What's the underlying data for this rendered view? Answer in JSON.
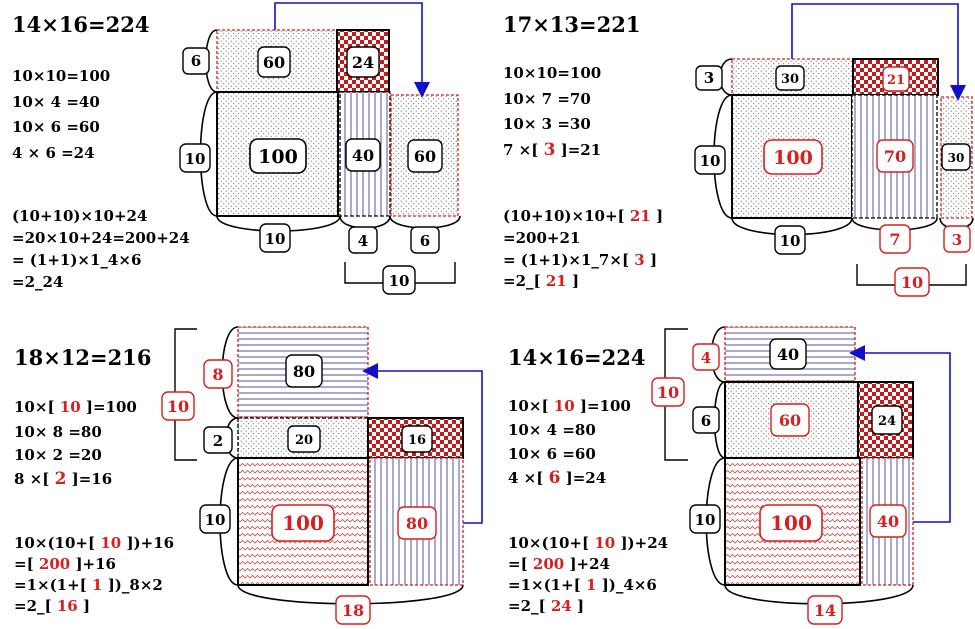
{
  "colors": {
    "red": "#d81e1e",
    "blue": "#1010c8",
    "black": "#000000"
  },
  "panel1": {
    "title": "14×16=224",
    "lines": [
      "10×10=100",
      "10× 4 =40",
      "10× 6 =60",
      " 4 × 6 =24"
    ],
    "formula": [
      "(10+10)×10+24",
      "=20×10+24=200+24",
      "= (1+1)×1_4×6",
      "=2_24"
    ],
    "labels": {
      "top_left": "60",
      "top_right": "24",
      "main": "100",
      "mid": "40",
      "moved": "60",
      "side_small": "6",
      "side_main": "10",
      "bottom_main": "10",
      "bottom_mid": "4",
      "bottom_moved": "6",
      "bottom_group": "10"
    }
  },
  "panel2": {
    "title": "17×13=221",
    "lines": [
      "10×10=100",
      "10× 7 =70",
      "10× 3 =30",
      " 7 ×[",
      "3",
      "]=21"
    ],
    "formula": [
      "(10+10)×10+[",
      "21",
      "]",
      "=200+21",
      "= (1+1)×1_7×[",
      "3",
      "]",
      "=2_[",
      "21",
      "]"
    ],
    "labels": {
      "top_left": "30",
      "top_right": "21",
      "main": "100",
      "mid": "70",
      "moved": "30",
      "side_small": "3",
      "side_main": "10",
      "bottom_main": "10",
      "bottom_mid": "7",
      "bottom_moved": "3",
      "bottom_group": "10"
    }
  },
  "panel3": {
    "title": "18×12=216",
    "lines": [
      "10×[",
      "10",
      "]=100",
      "10× 8 =80",
      "10× 2 =20",
      " 8 ×[",
      "2",
      "]=16"
    ],
    "formula": [
      "10×(10+[",
      "10",
      "])+16",
      "=[",
      "200",
      "]+16",
      "=1×(1+[",
      "1",
      "])_8×2",
      "=2_[",
      "16",
      "]"
    ],
    "labels": {
      "moved_top": "80",
      "small_left": "20",
      "small_right": "16",
      "main": "100",
      "right": "80",
      "side_moved": "8",
      "side_small": "2",
      "side_main": "10",
      "side_group": "10",
      "bottom_total": "18"
    }
  },
  "panel4": {
    "title": "14×16=224",
    "lines": [
      "10×[",
      "10",
      "]=100",
      "10× 4 =80",
      "10× 6 =60",
      " 4 ×[",
      "6",
      "]=24"
    ],
    "formula": [
      "10×(10+[",
      "10",
      "])+24",
      "=[",
      "200",
      "]+24",
      "=1×(1+[",
      "1",
      "])_4×6",
      "=2_[",
      "24",
      "]"
    ],
    "labels": {
      "moved_top": "40",
      "small_left": "60",
      "small_right": "24",
      "main": "100",
      "right": "40",
      "side_moved": "4",
      "side_small": "6",
      "side_main": "10",
      "side_group": "10",
      "bottom_total": "14"
    }
  }
}
